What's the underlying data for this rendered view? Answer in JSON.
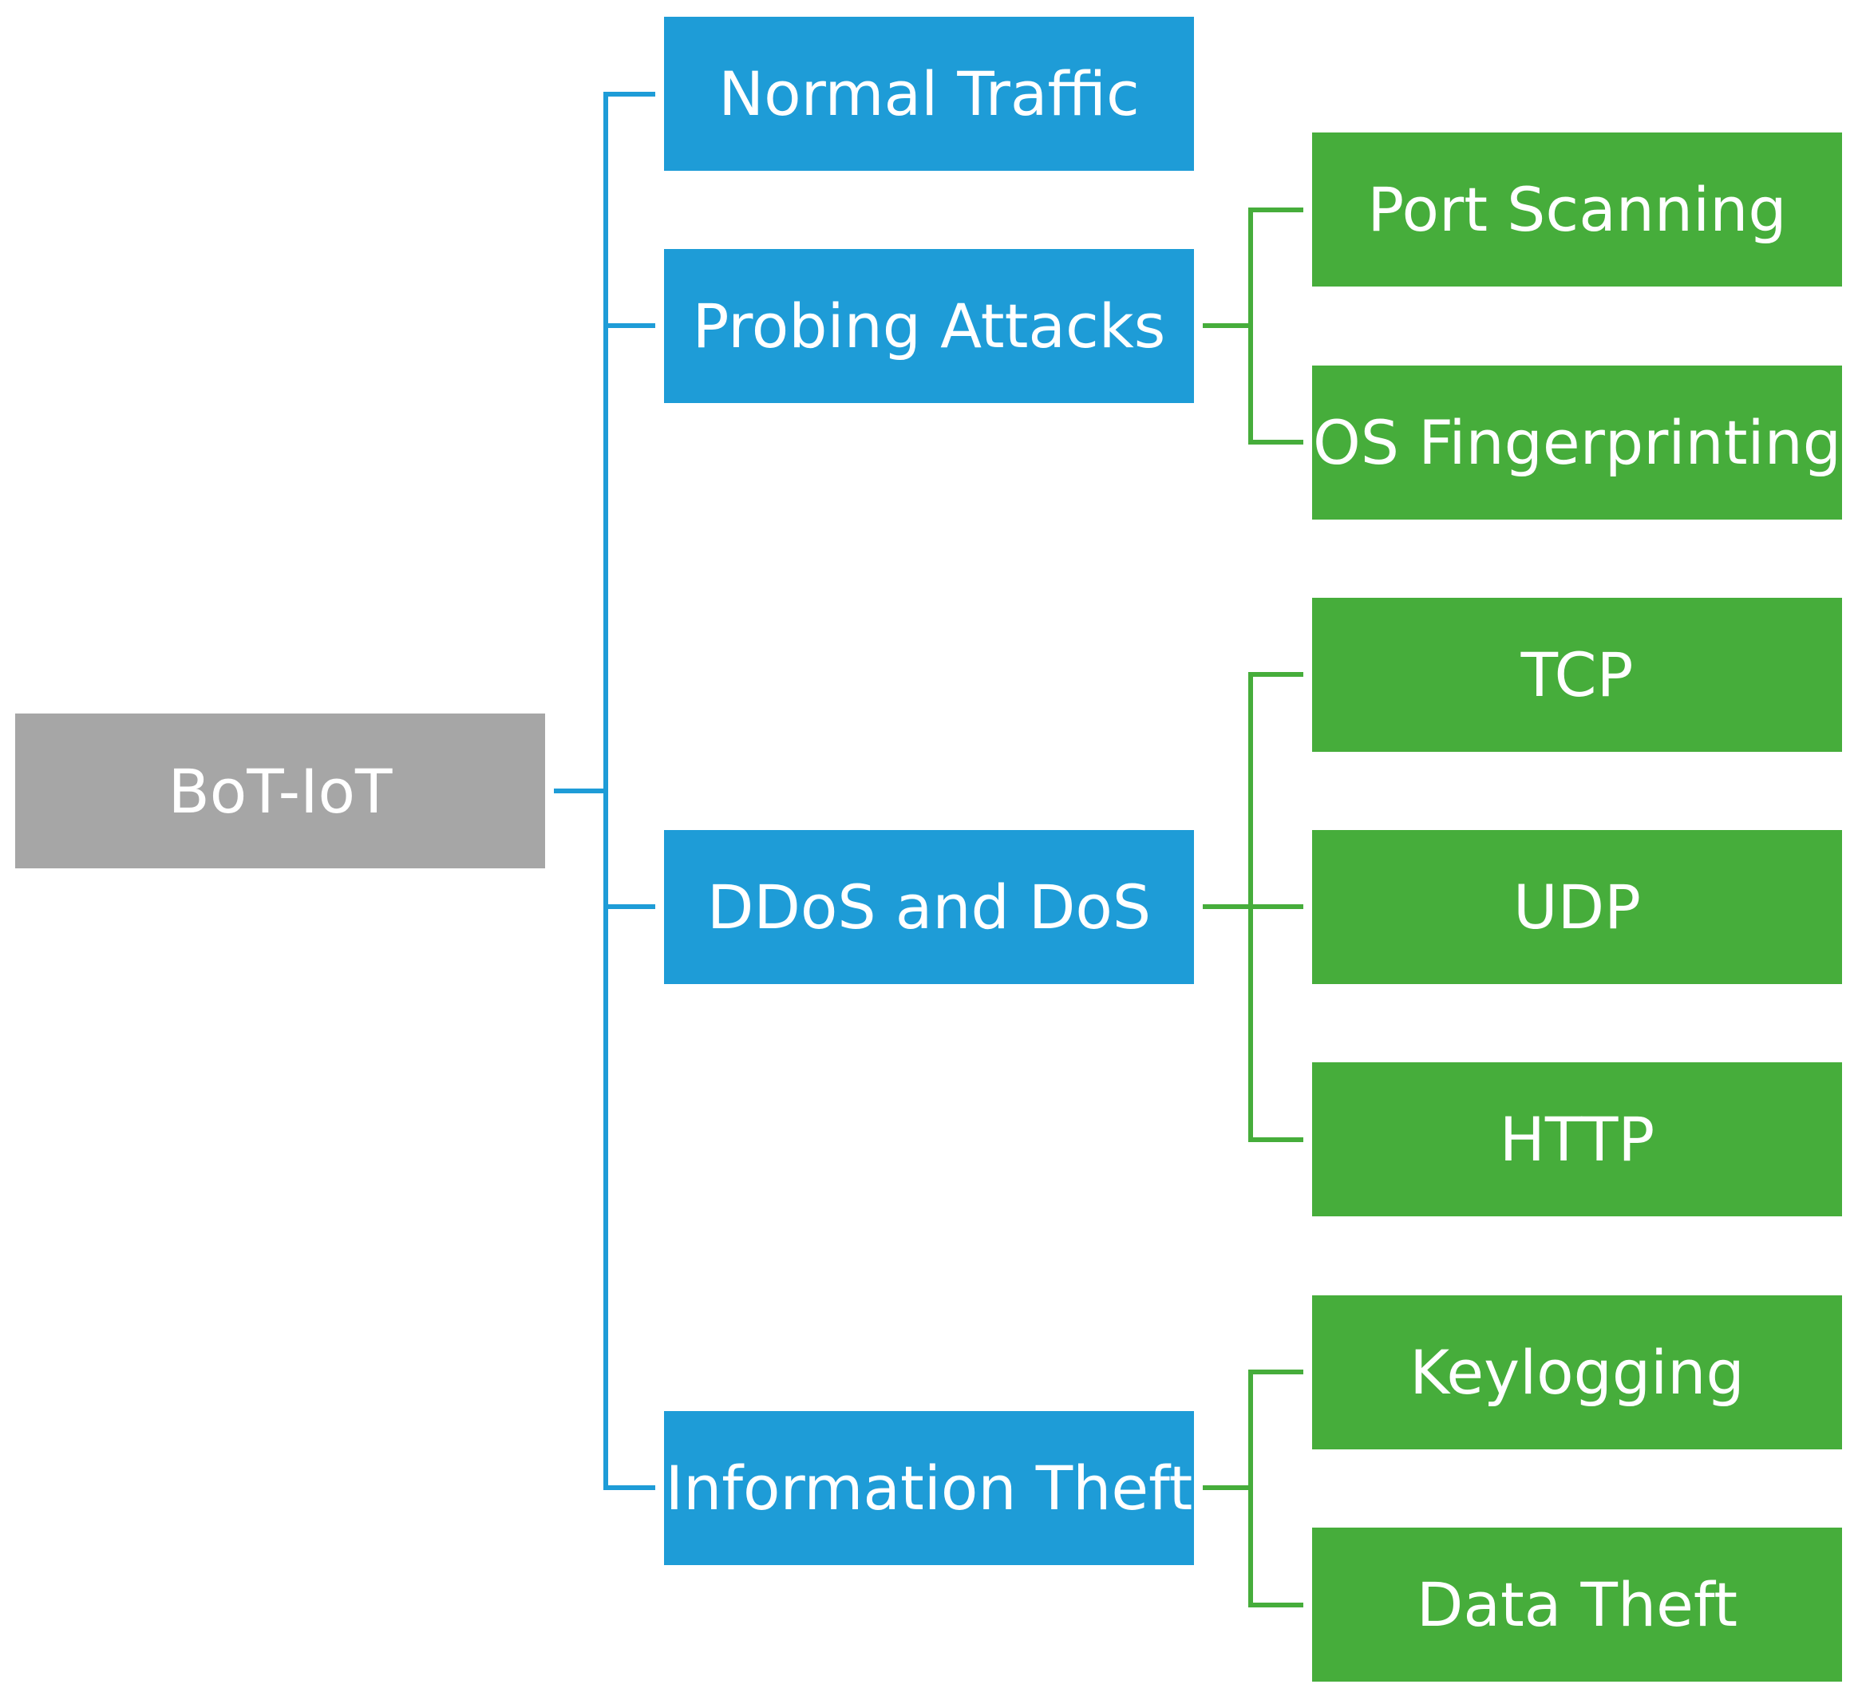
{
  "colors": {
    "root": "#a6a6a6",
    "category": "#1e9cd7",
    "leaf": "#46ad3b",
    "category_connector": "#1e9cd7",
    "leaf_connector": "#46ad3b",
    "text": "#ffffff",
    "background": "#ffffff"
  },
  "tree": {
    "root": "BoT-IoT",
    "categories": [
      {
        "label": "Normal Traffic",
        "children": []
      },
      {
        "label": "Probing Attacks",
        "children": [
          "Port Scanning",
          "OS Fingerprinting"
        ]
      },
      {
        "label": "DDoS and DoS",
        "children": [
          "TCP",
          "UDP",
          "HTTP"
        ]
      },
      {
        "label": "Information Theft",
        "children": [
          "Keylogging",
          "Data Theft"
        ]
      }
    ]
  }
}
